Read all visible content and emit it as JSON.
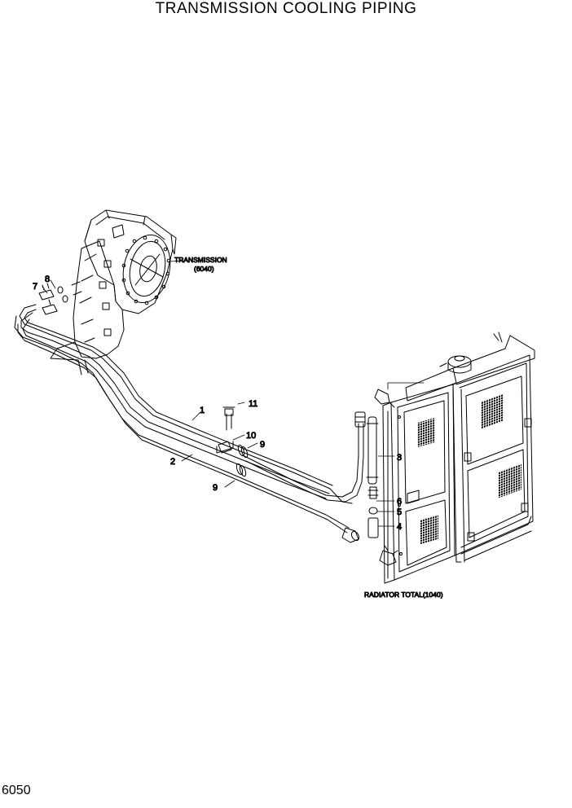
{
  "title": "TRANSMISSION COOLING PIPING",
  "page_number": "6050",
  "callouts": {
    "transmission_name": "TRANSMISSION",
    "transmission_ref": "(6040)",
    "radiator": "RADIATOR TOTAL(1040)"
  },
  "parts": {
    "p1": "1",
    "p2": "2",
    "p3": "3",
    "p4": "4",
    "p5": "5",
    "p6": "6",
    "p7": "7",
    "p8": "8",
    "p9a": "9",
    "p9b": "9",
    "p10": "10",
    "p11": "11"
  }
}
